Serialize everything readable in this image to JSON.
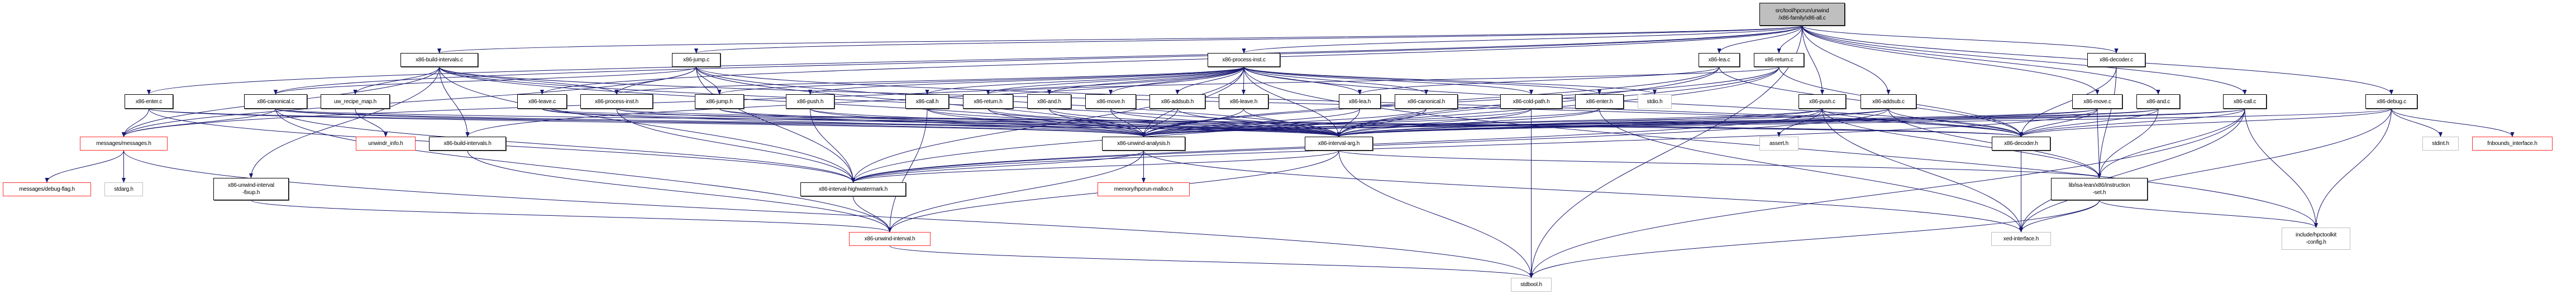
{
  "graph": {
    "title": "src/tool/hpcrun/unwind/x86-family/x86-all.c",
    "edge_color": "#191970",
    "legend": {
      "root_fill": "#bfbfbf",
      "documented_border": "#000000",
      "undocumented_border": "#ff0000",
      "system_border": "#bfbfbf"
    },
    "nodes": [
      {
        "id": "root",
        "label": "src/tool/hpcrun/unwind\n/x86-family/x86-all.c",
        "kind": "root"
      },
      {
        "id": "build_intervals_c",
        "label": "x86-build-intervals.c",
        "kind": "local"
      },
      {
        "id": "jump_c",
        "label": "x86-jump.c",
        "kind": "local"
      },
      {
        "id": "process_inst_c",
        "label": "x86-process-inst.c",
        "kind": "local"
      },
      {
        "id": "lea_c",
        "label": "x86-lea.c",
        "kind": "local"
      },
      {
        "id": "return_c",
        "label": "x86-return.c",
        "kind": "local"
      },
      {
        "id": "decoder_c",
        "label": "x86-decoder.c",
        "kind": "local"
      },
      {
        "id": "enter_c",
        "label": "x86-enter.c",
        "kind": "local"
      },
      {
        "id": "canonical_c",
        "label": "x86-canonical.c",
        "kind": "local"
      },
      {
        "id": "uw_recipe_map_h",
        "label": "uw_recipe_map.h",
        "kind": "local"
      },
      {
        "id": "leave_c",
        "label": "x86-leave.c",
        "kind": "local"
      },
      {
        "id": "process_inst_h",
        "label": "x86-process-inst.h",
        "kind": "local"
      },
      {
        "id": "jump_h",
        "label": "x86-jump.h",
        "kind": "local"
      },
      {
        "id": "push_h",
        "label": "x86-push.h",
        "kind": "local"
      },
      {
        "id": "call_h",
        "label": "x86-call.h",
        "kind": "local"
      },
      {
        "id": "return_h",
        "label": "x86-return.h",
        "kind": "local"
      },
      {
        "id": "and_h",
        "label": "x86-and.h",
        "kind": "local"
      },
      {
        "id": "move_h",
        "label": "x86-move.h",
        "kind": "local"
      },
      {
        "id": "addsub_h",
        "label": "x86-addsub.h",
        "kind": "local"
      },
      {
        "id": "leave_h",
        "label": "x86-leave.h",
        "kind": "local"
      },
      {
        "id": "lea_h",
        "label": "x86-lea.h",
        "kind": "local"
      },
      {
        "id": "canonical_h",
        "label": "x86-canonical.h",
        "kind": "local"
      },
      {
        "id": "cold_path_h",
        "label": "x86-cold-path.h",
        "kind": "local"
      },
      {
        "id": "enter_h",
        "label": "x86-enter.h",
        "kind": "local"
      },
      {
        "id": "stdio_h",
        "label": "stdio.h",
        "kind": "system"
      },
      {
        "id": "push_c",
        "label": "x86-push.c",
        "kind": "local"
      },
      {
        "id": "addsub_c",
        "label": "x86-addsub.c",
        "kind": "local"
      },
      {
        "id": "move_c",
        "label": "x86-move.c",
        "kind": "local"
      },
      {
        "id": "and_c",
        "label": "x86-and.c",
        "kind": "local"
      },
      {
        "id": "call_c",
        "label": "x86-call.c",
        "kind": "local"
      },
      {
        "id": "debug_c",
        "label": "x86-debug.c",
        "kind": "local"
      },
      {
        "id": "messages_h",
        "label": "messages/messages.h",
        "kind": "missing"
      },
      {
        "id": "unwindr_info_h",
        "label": "unwindr_info.h",
        "kind": "missing"
      },
      {
        "id": "build_intervals_h",
        "label": "x86-build-intervals.h",
        "kind": "local"
      },
      {
        "id": "unwind_analysis_h",
        "label": "x86-unwind-analysis.h",
        "kind": "local"
      },
      {
        "id": "interval_arg_h",
        "label": "x86-interval-arg.h",
        "kind": "local"
      },
      {
        "id": "assert_h",
        "label": "assert.h",
        "kind": "system"
      },
      {
        "id": "decoder_h",
        "label": "x86-decoder.h",
        "kind": "local"
      },
      {
        "id": "stdint_h",
        "label": "stdint.h",
        "kind": "system"
      },
      {
        "id": "fnbounds_interface_h",
        "label": "fnbounds_interface.h",
        "kind": "missing"
      },
      {
        "id": "debug_flag_h",
        "label": "messages/debug-flag.h",
        "kind": "missing"
      },
      {
        "id": "stdarg_h",
        "label": "stdarg.h",
        "kind": "system"
      },
      {
        "id": "unwind_interval_fixup_h",
        "label": "x86-unwind-interval\n-fixup.h",
        "kind": "local"
      },
      {
        "id": "interval_highwatermark_h",
        "label": "x86-interval-highwatermark.h",
        "kind": "local"
      },
      {
        "id": "hpcrun_malloc_h",
        "label": "memory/hpcrun-malloc.h",
        "kind": "missing"
      },
      {
        "id": "instruction_set_h",
        "label": "lib/isa-lean/x86/instruction\n-set.h",
        "kind": "local"
      },
      {
        "id": "hpctoolkit_config_h",
        "label": "include/hpctoolkit\n-config.h",
        "kind": "system"
      },
      {
        "id": "unwind_interval_h",
        "label": "x86-unwind-interval.h",
        "kind": "missing"
      },
      {
        "id": "xed_interface_h",
        "label": "xed-interface.h",
        "kind": "system"
      },
      {
        "id": "stdbool_h",
        "label": "stdbool.h",
        "kind": "system"
      }
    ],
    "edges": [
      [
        "root",
        "build_intervals_c"
      ],
      [
        "root",
        "jump_c"
      ],
      [
        "root",
        "process_inst_c"
      ],
      [
        "root",
        "lea_c"
      ],
      [
        "root",
        "return_c"
      ],
      [
        "root",
        "decoder_c"
      ],
      [
        "root",
        "enter_c"
      ],
      [
        "root",
        "canonical_c"
      ],
      [
        "root",
        "leave_c"
      ],
      [
        "root",
        "push_c"
      ],
      [
        "root",
        "addsub_c"
      ],
      [
        "root",
        "move_c"
      ],
      [
        "root",
        "and_c"
      ],
      [
        "root",
        "call_c"
      ],
      [
        "root",
        "debug_c"
      ],
      [
        "root",
        "stdbool_h"
      ],
      [
        "build_intervals_c",
        "uw_recipe_map_h"
      ],
      [
        "build_intervals_c",
        "process_inst_h"
      ],
      [
        "build_intervals_c",
        "build_intervals_h"
      ],
      [
        "build_intervals_c",
        "messages_h"
      ],
      [
        "build_intervals_c",
        "unwind_interval_fixup_h"
      ],
      [
        "build_intervals_c",
        "unwind_analysis_h"
      ],
      [
        "build_intervals_c",
        "interval_arg_h"
      ],
      [
        "build_intervals_c",
        "interval_highwatermark_h"
      ],
      [
        "build_intervals_c",
        "decoder_h"
      ],
      [
        "jump_c",
        "process_inst_h"
      ],
      [
        "jump_c",
        "jump_h"
      ],
      [
        "jump_c",
        "interval_highwatermark_h"
      ],
      [
        "jump_c",
        "unwind_analysis_h"
      ],
      [
        "jump_c",
        "interval_arg_h"
      ],
      [
        "jump_c",
        "messages_h"
      ],
      [
        "jump_c",
        "decoder_h"
      ],
      [
        "jump_c",
        "canonical_c"
      ],
      [
        "process_inst_c",
        "jump_h"
      ],
      [
        "process_inst_c",
        "push_h"
      ],
      [
        "process_inst_c",
        "call_h"
      ],
      [
        "process_inst_c",
        "return_h"
      ],
      [
        "process_inst_c",
        "and_h"
      ],
      [
        "process_inst_c",
        "move_h"
      ],
      [
        "process_inst_c",
        "addsub_h"
      ],
      [
        "process_inst_c",
        "leave_h"
      ],
      [
        "process_inst_c",
        "lea_h"
      ],
      [
        "process_inst_c",
        "canonical_h"
      ],
      [
        "process_inst_c",
        "cold_path_h"
      ],
      [
        "process_inst_c",
        "enter_h"
      ],
      [
        "process_inst_c",
        "stdio_h"
      ],
      [
        "process_inst_c",
        "process_inst_h"
      ],
      [
        "process_inst_c",
        "interval_highwatermark_h"
      ],
      [
        "process_inst_c",
        "interval_arg_h"
      ],
      [
        "process_inst_c",
        "decoder_h"
      ],
      [
        "process_inst_c",
        "unwind_analysis_h"
      ],
      [
        "process_inst_c",
        "build_intervals_h"
      ],
      [
        "process_inst_c",
        "messages_h"
      ],
      [
        "process_inst_c",
        "hpctoolkit_config_h"
      ],
      [
        "lea_c",
        "lea_h"
      ],
      [
        "lea_c",
        "interval_arg_h"
      ],
      [
        "lea_c",
        "unwind_analysis_h"
      ],
      [
        "lea_c",
        "decoder_h"
      ],
      [
        "return_c",
        "return_h"
      ],
      [
        "return_c",
        "interval_arg_h"
      ],
      [
        "return_c",
        "unwind_analysis_h"
      ],
      [
        "return_c",
        "decoder_h"
      ],
      [
        "return_c",
        "interval_highwatermark_h"
      ],
      [
        "decoder_c",
        "decoder_h"
      ],
      [
        "decoder_c",
        "instruction_set_h"
      ],
      [
        "enter_c",
        "messages_h"
      ],
      [
        "enter_c",
        "interval_arg_h"
      ],
      [
        "enter_c",
        "unwind_analysis_h"
      ],
      [
        "enter_c",
        "interval_highwatermark_h"
      ],
      [
        "canonical_c",
        "messages_h"
      ],
      [
        "canonical_c",
        "unwind_interval_h"
      ],
      [
        "canonical_c",
        "interval_highwatermark_h"
      ],
      [
        "canonical_c",
        "unwind_analysis_h"
      ],
      [
        "canonical_c",
        "interval_arg_h"
      ],
      [
        "canonical_c",
        "decoder_h"
      ],
      [
        "uw_recipe_map_h",
        "unwindr_info_h"
      ],
      [
        "leave_c",
        "unwind_analysis_h"
      ],
      [
        "leave_c",
        "interval_arg_h"
      ],
      [
        "leave_c",
        "decoder_h"
      ],
      [
        "process_inst_h",
        "interval_highwatermark_h"
      ],
      [
        "process_inst_h",
        "interval_arg_h"
      ],
      [
        "process_inst_h",
        "decoder_h"
      ],
      [
        "jump_h",
        "interval_arg_h"
      ],
      [
        "jump_h",
        "unwind_analysis_h"
      ],
      [
        "push_h",
        "interval_highwatermark_h"
      ],
      [
        "push_h",
        "interval_arg_h"
      ],
      [
        "push_h",
        "unwind_analysis_h"
      ],
      [
        "call_h",
        "unwind_interval_h"
      ],
      [
        "call_h",
        "interval_arg_h"
      ],
      [
        "call_h",
        "unwind_analysis_h"
      ],
      [
        "return_h",
        "unwind_analysis_h"
      ],
      [
        "return_h",
        "interval_arg_h"
      ],
      [
        "and_h",
        "unwind_analysis_h"
      ],
      [
        "and_h",
        "interval_arg_h"
      ],
      [
        "move_h",
        "unwind_analysis_h"
      ],
      [
        "move_h",
        "interval_arg_h"
      ],
      [
        "addsub_h",
        "unwind_analysis_h"
      ],
      [
        "addsub_h",
        "interval_arg_h"
      ],
      [
        "leave_h",
        "unwind_analysis_h"
      ],
      [
        "leave_h",
        "interval_arg_h"
      ],
      [
        "lea_h",
        "unwind_analysis_h"
      ],
      [
        "lea_h",
        "interval_arg_h"
      ],
      [
        "canonical_h",
        "unwind_analysis_h"
      ],
      [
        "canonical_h",
        "interval_arg_h"
      ],
      [
        "cold_path_h",
        "unwind_analysis_h"
      ],
      [
        "cold_path_h",
        "interval_arg_h"
      ],
      [
        "cold_path_h",
        "stdbool_h"
      ],
      [
        "enter_h",
        "unwind_analysis_h"
      ],
      [
        "enter_h",
        "interval_arg_h"
      ],
      [
        "enter_h",
        "xed_interface_h"
      ],
      [
        "push_c",
        "assert_h"
      ],
      [
        "push_c",
        "decoder_h"
      ],
      [
        "push_c",
        "interval_arg_h"
      ],
      [
        "push_c",
        "unwind_analysis_h"
      ],
      [
        "push_c",
        "instruction_set_h"
      ],
      [
        "push_c",
        "interval_highwatermark_h"
      ],
      [
        "push_c",
        "xed_interface_h"
      ],
      [
        "addsub_c",
        "decoder_h"
      ],
      [
        "addsub_c",
        "interval_arg_h"
      ],
      [
        "addsub_c",
        "unwind_analysis_h"
      ],
      [
        "addsub_c",
        "instruction_set_h"
      ],
      [
        "addsub_c",
        "interval_highwatermark_h"
      ],
      [
        "move_c",
        "decoder_h"
      ],
      [
        "move_c",
        "instruction_set_h"
      ],
      [
        "move_c",
        "interval_arg_h"
      ],
      [
        "move_c",
        "unwind_analysis_h"
      ],
      [
        "move_c",
        "interval_highwatermark_h"
      ],
      [
        "and_c",
        "decoder_h"
      ],
      [
        "and_c",
        "instruction_set_h"
      ],
      [
        "and_c",
        "interval_arg_h"
      ],
      [
        "and_c",
        "unwind_analysis_h"
      ],
      [
        "call_c",
        "decoder_h"
      ],
      [
        "call_c",
        "instruction_set_h"
      ],
      [
        "call_c",
        "interval_arg_h"
      ],
      [
        "call_c",
        "unwind_analysis_h"
      ],
      [
        "call_c",
        "xed_interface_h"
      ],
      [
        "call_c",
        "hpctoolkit_config_h"
      ],
      [
        "call_c",
        "stdbool_h"
      ],
      [
        "debug_c",
        "stdint_h"
      ],
      [
        "debug_c",
        "fnbounds_interface_h"
      ],
      [
        "debug_c",
        "hpctoolkit_config_h"
      ],
      [
        "debug_c",
        "decoder_h"
      ],
      [
        "debug_c",
        "interval_arg_h"
      ],
      [
        "debug_c",
        "xed_interface_h"
      ],
      [
        "messages_h",
        "debug_flag_h"
      ],
      [
        "messages_h",
        "stdarg_h"
      ],
      [
        "messages_h",
        "stdbool_h"
      ],
      [
        "build_intervals_h",
        "unwind_interval_h"
      ],
      [
        "unwind_analysis_h",
        "hpcrun_malloc_h"
      ],
      [
        "unwind_analysis_h",
        "interval_highwatermark_h"
      ],
      [
        "unwind_analysis_h",
        "unwind_interval_h"
      ],
      [
        "unwind_analysis_h",
        "xed_interface_h"
      ],
      [
        "interval_arg_h",
        "interval_highwatermark_h"
      ],
      [
        "interval_arg_h",
        "unwind_interval_h"
      ],
      [
        "interval_arg_h",
        "stdbool_h"
      ],
      [
        "interval_arg_h",
        "instruction_set_h"
      ],
      [
        "decoder_h",
        "xed_interface_h"
      ],
      [
        "unwind_interval_fixup_h",
        "unwind_interval_h"
      ],
      [
        "interval_highwatermark_h",
        "unwind_interval_h"
      ],
      [
        "instruction_set_h",
        "xed_interface_h"
      ],
      [
        "instruction_set_h",
        "hpctoolkit_config_h"
      ],
      [
        "instruction_set_h",
        "stdbool_h"
      ],
      [
        "unwind_interval_h",
        "stdbool_h"
      ]
    ]
  }
}
